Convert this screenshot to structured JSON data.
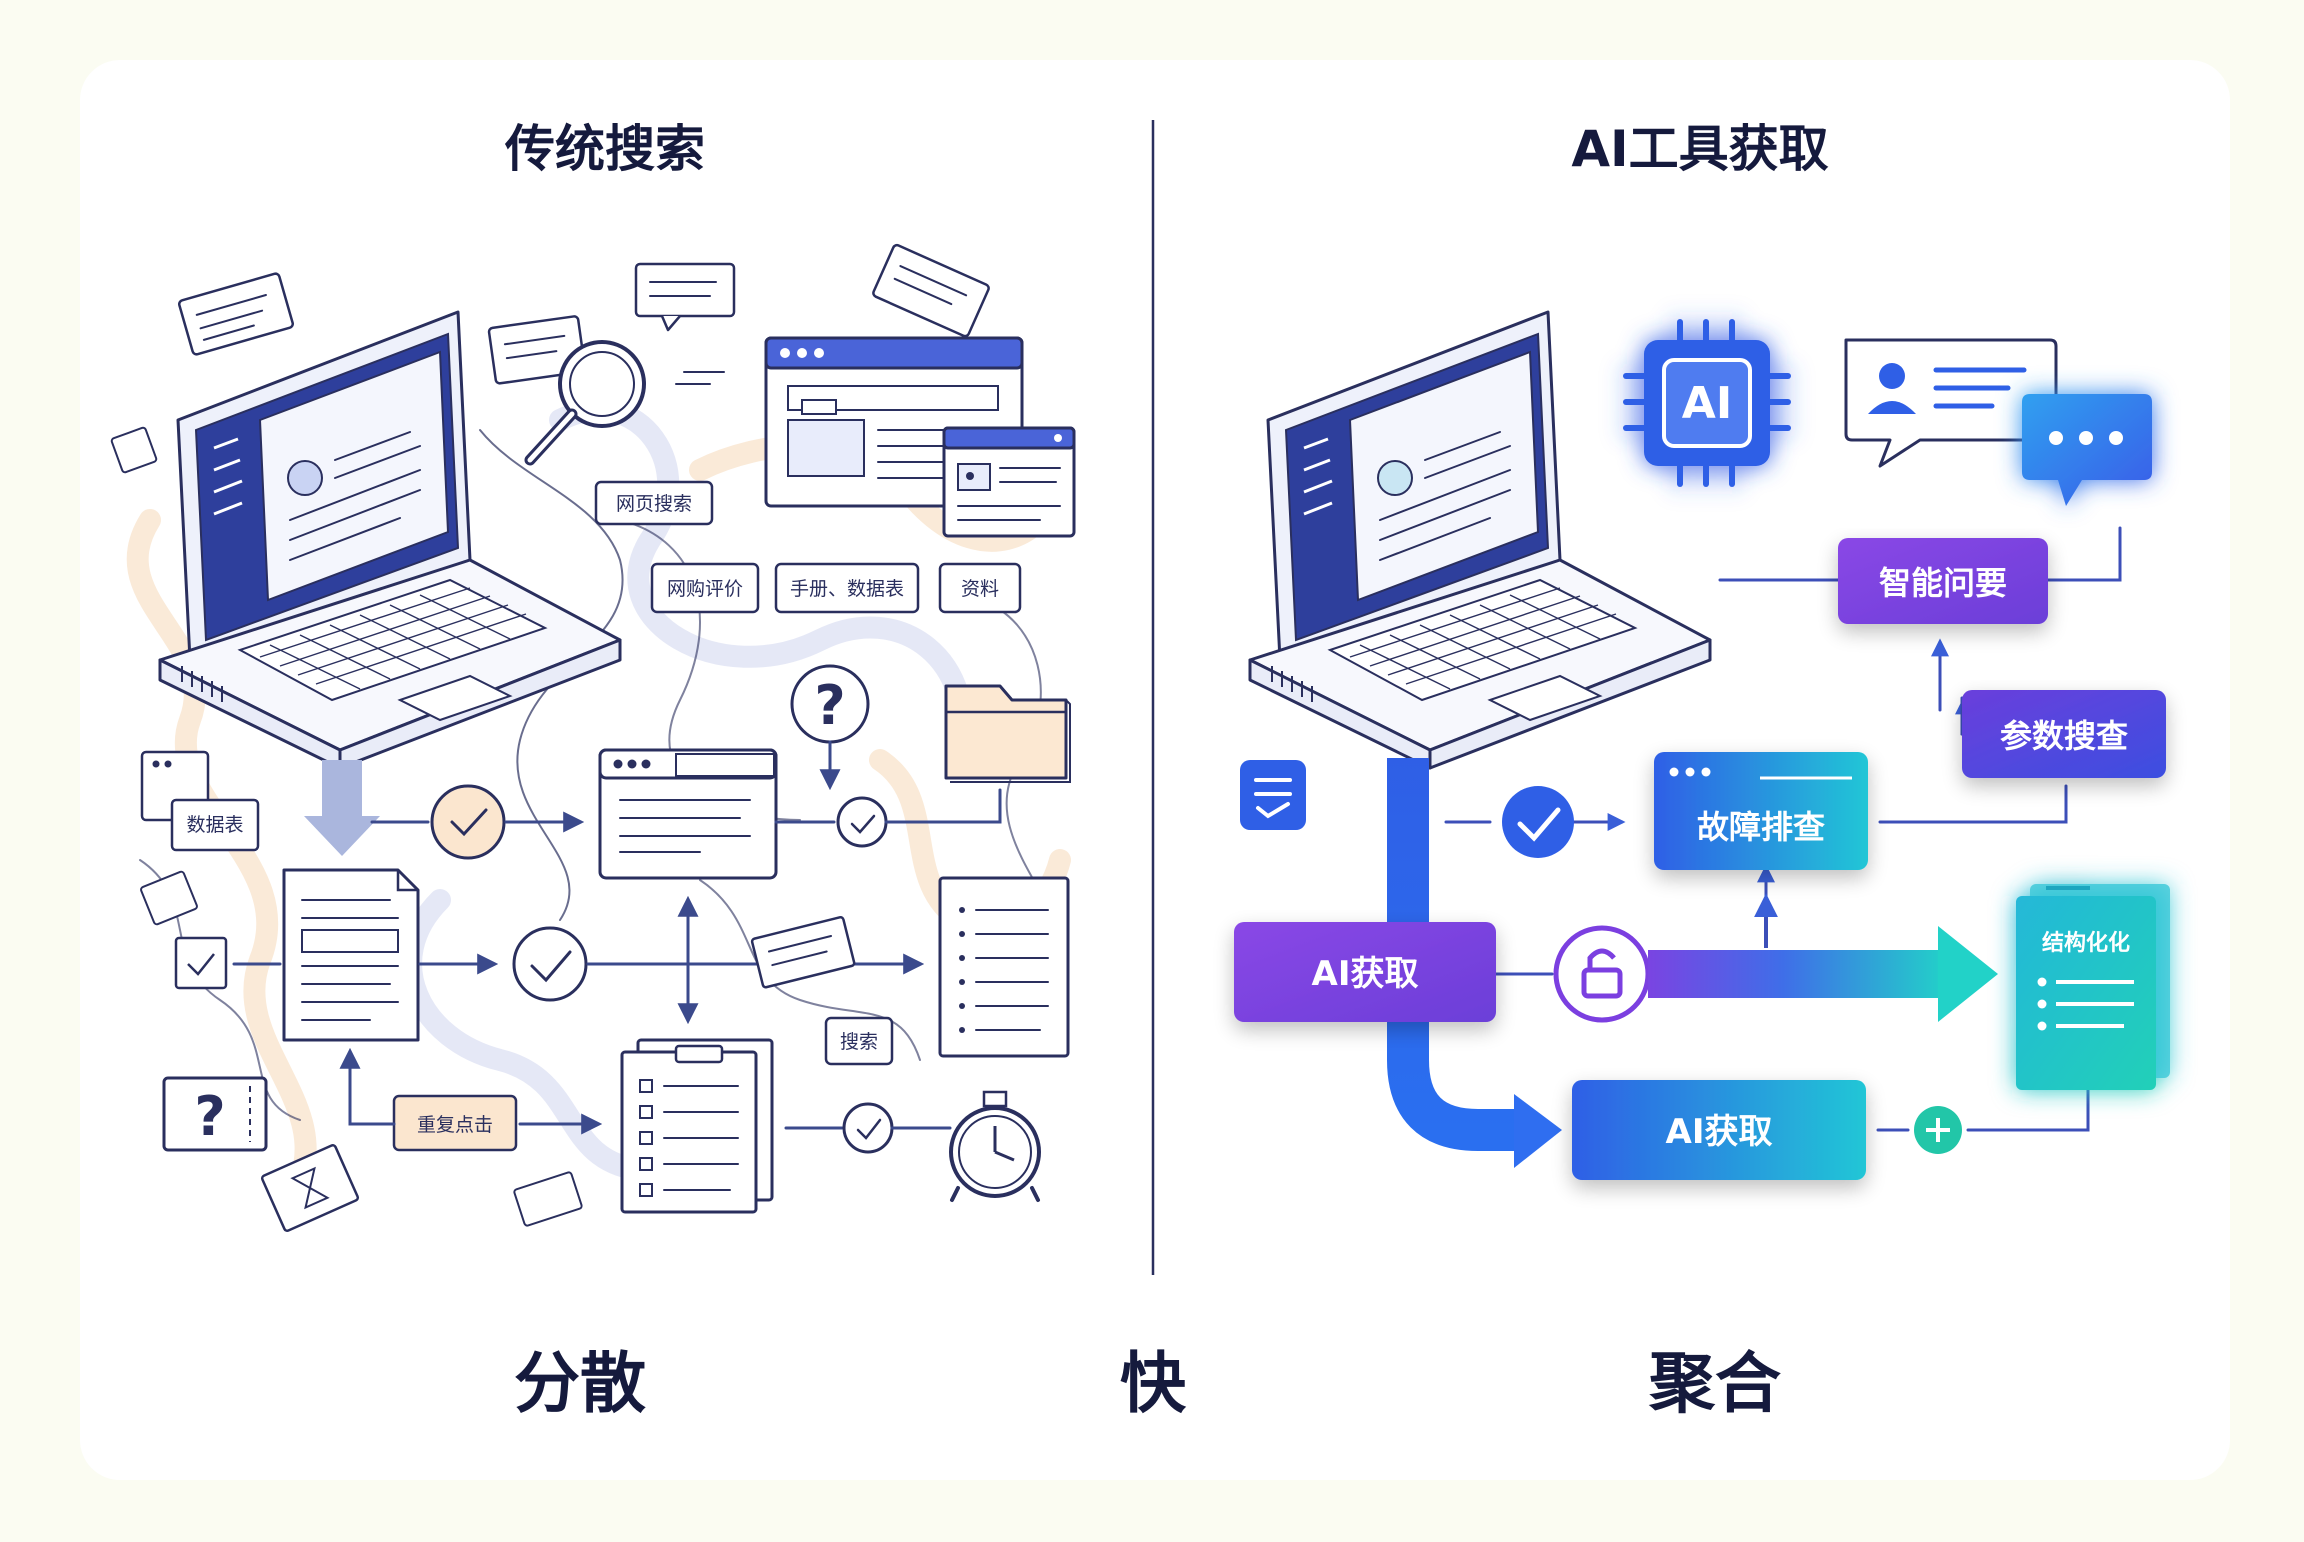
{
  "left_panel": {
    "title": "传统搜索",
    "tags": {
      "tag_1": "网页搜索",
      "tag_2": "网购评价",
      "tag_3": "手册、数据表",
      "tag_4": "资料",
      "tag_5": "数据表",
      "tag_6": "搜索",
      "tag_7": "重复点击"
    },
    "question_mark": "?"
  },
  "right_panel": {
    "title": "AI工具获取",
    "chip_label": "AI",
    "boxes": {
      "smart_qa": "智能问要",
      "param_search": "参数搜查",
      "troubleshoot": "故障排查",
      "ai_fetch_main": "AI获取",
      "ai_fetch_lower": "AI获取",
      "structured": "结构化化"
    }
  },
  "footer": {
    "left": "分散",
    "center": "快",
    "right": "聚合"
  },
  "colors": {
    "ink": "#2a2f5e",
    "purple": "#7b3fe0",
    "blue": "#2f5fe6",
    "cyan": "#1fc8d8",
    "background": "#fbfcf2"
  }
}
